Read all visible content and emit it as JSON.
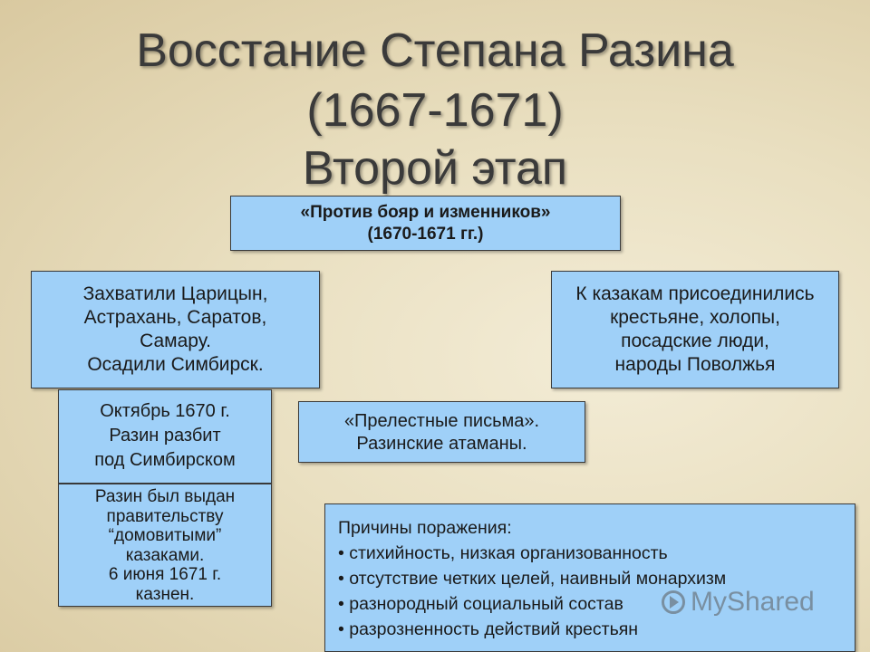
{
  "title": {
    "line1": "Восстание Степана Разина",
    "line2": "(1667-1671)",
    "line3": "Второй этап"
  },
  "stage_box": {
    "line1": "«Против бояр и изменников»",
    "line2": "(1670-1671 гг.)"
  },
  "captured_box": {
    "lines": [
      "Захватили Царицын,",
      "Астрахань, Саратов,",
      "Самару.",
      "Осадили Симбирск."
    ]
  },
  "joined_box": {
    "lines": [
      "К казакам присоединились",
      "крестьяне, холопы,",
      "посадские люди,",
      "народы Поволжья"
    ]
  },
  "defeat_box": {
    "lines": [
      "Октябрь 1670 г.",
      "Разин разбит",
      "под Симбирском"
    ]
  },
  "letters_box": {
    "lines": [
      "«Прелестные письма».",
      "Разинские атаманы."
    ]
  },
  "execution_box": {
    "lines": [
      "Разин был выдан",
      "правительству",
      "“домовитыми”",
      "казаками.",
      "6 июня 1671 г.",
      "казнен."
    ]
  },
  "reasons_box": {
    "heading": "Причины поражения:",
    "items": [
      "• стихийность, низкая организованность",
      "• отсутствие четких целей, наивный монархизм",
      "• разнородный социальный состав",
      "• разрозненность действий крестьян"
    ]
  },
  "watermark": {
    "text": "MyShared",
    "icon": "play-circle-icon"
  },
  "colors": {
    "box_fill": "#9fd0f8",
    "box_border": "#3a3a3a",
    "title_text": "#3a3a3a"
  }
}
